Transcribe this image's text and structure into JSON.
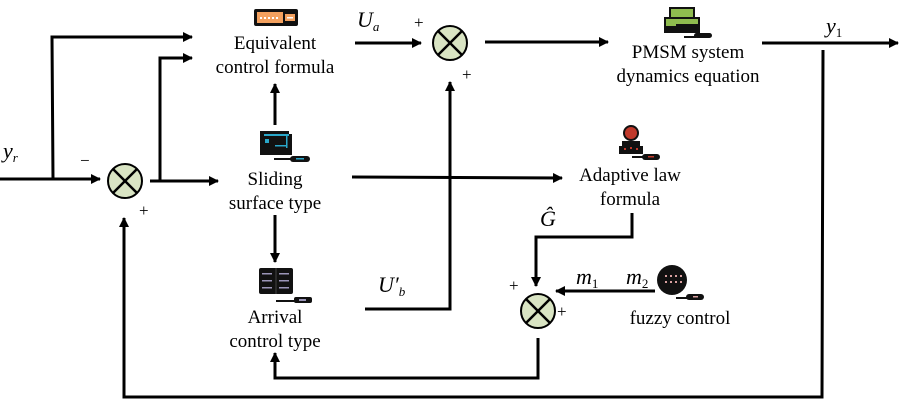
{
  "diagram": {
    "title": "Adaptive fuzzy sliding mode control block diagram for PMSM",
    "colors": {
      "line": "#000000",
      "junction_fill": "#d9e4c3",
      "icon_equivalent": "#f4a15f",
      "icon_sliding": "#2aa7c9",
      "icon_adaptive": "#c0392b",
      "icon_pmsm": "#8fbc4f",
      "icon_arrival": "#9b95b8",
      "icon_fuzzy": "#d9a0a0"
    },
    "blocks": {
      "equivalent": {
        "line1": "Equivalent",
        "line2": "control formula",
        "icon": "keyboard-icon"
      },
      "pmsm": {
        "line1": "PMSM system",
        "line2": "dynamics equation",
        "icon": "printer-icon"
      },
      "sliding": {
        "line1": "Sliding",
        "line2": "surface type",
        "icon": "monitor-icon"
      },
      "adaptive": {
        "line1": "Adaptive law",
        "line2": "formula",
        "icon": "user-station-icon"
      },
      "arrival": {
        "line1": "Arrival",
        "line2": "control type",
        "icon": "server-icon"
      },
      "fuzzy": {
        "line1": "fuzzy control",
        "icon": "sphere-icon"
      }
    },
    "signals": {
      "yr": {
        "base": "y",
        "sub": "r"
      },
      "y1": {
        "base": "y",
        "sub": "1"
      },
      "ua": {
        "base": "U",
        "sub": "a"
      },
      "ub": {
        "base": "U′",
        "sub": "b"
      },
      "ghat": {
        "base": "Ĝ"
      },
      "m1": {
        "base": "m",
        "sub": "1"
      },
      "m2": {
        "base": "m",
        "sub": "2"
      }
    },
    "signs": {
      "j1_minus": "−",
      "j1_plus": "+",
      "j2_top": "+",
      "j2_bottom": "+",
      "j3_left": "+",
      "j3_right": "+"
    }
  }
}
